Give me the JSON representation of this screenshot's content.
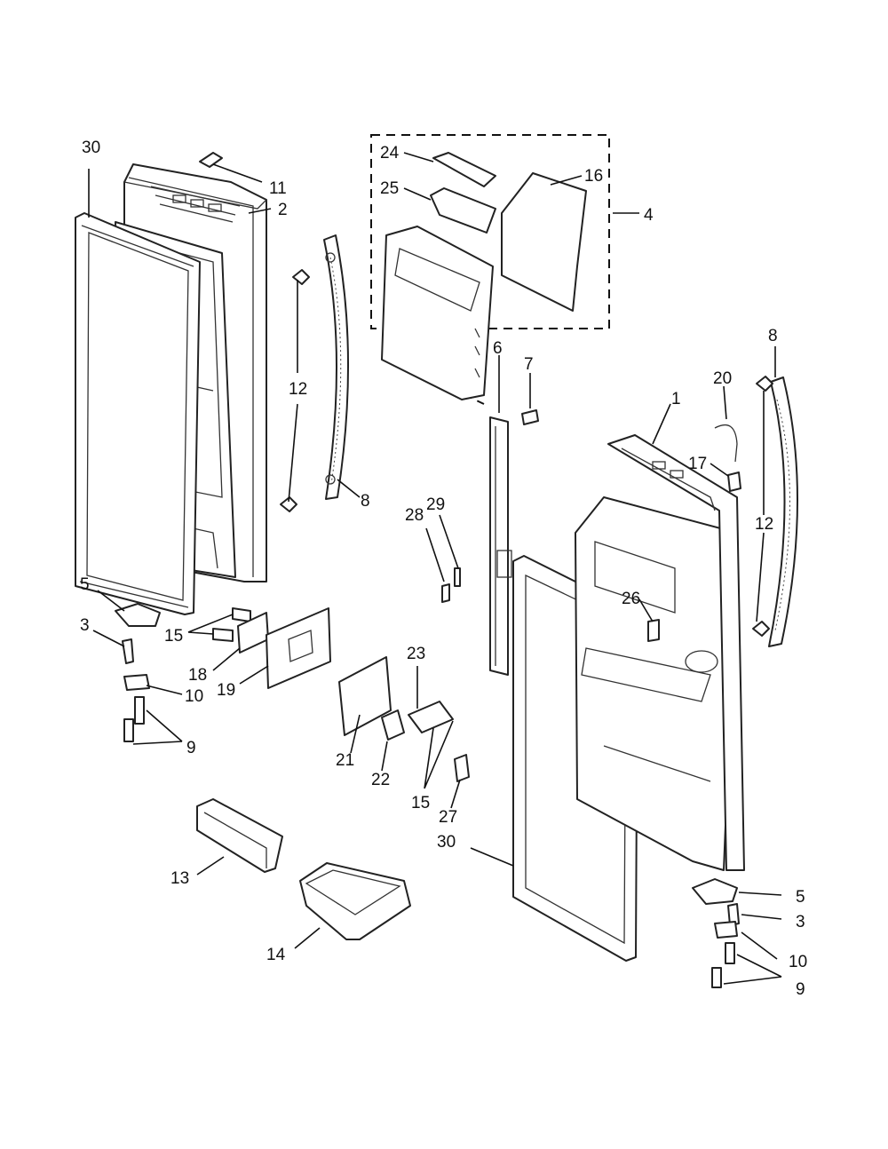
{
  "labels": [
    {
      "id": "lbl-30a",
      "text": "30"
    },
    {
      "id": "lbl-11",
      "text": "11"
    },
    {
      "id": "lbl-2",
      "text": "2"
    },
    {
      "id": "lbl-12a",
      "text": "12"
    },
    {
      "id": "lbl-8a",
      "text": "8"
    },
    {
      "id": "lbl-5a",
      "text": "5"
    },
    {
      "id": "lbl-3a",
      "text": "3"
    },
    {
      "id": "lbl-15a",
      "text": "15"
    },
    {
      "id": "lbl-18",
      "text": "18"
    },
    {
      "id": "lbl-19",
      "text": "19"
    },
    {
      "id": "lbl-10a",
      "text": "10"
    },
    {
      "id": "lbl-9a",
      "text": "9"
    },
    {
      "id": "lbl-13",
      "text": "13"
    },
    {
      "id": "lbl-14",
      "text": "14"
    },
    {
      "id": "lbl-24",
      "text": "24"
    },
    {
      "id": "lbl-16",
      "text": "16"
    },
    {
      "id": "lbl-25",
      "text": "25"
    },
    {
      "id": "lbl-4",
      "text": "4"
    },
    {
      "id": "lbl-6",
      "text": "6"
    },
    {
      "id": "lbl-7",
      "text": "7"
    },
    {
      "id": "lbl-28",
      "text": "28"
    },
    {
      "id": "lbl-29",
      "text": "29"
    },
    {
      "id": "lbl-23",
      "text": "23"
    },
    {
      "id": "lbl-21",
      "text": "21"
    },
    {
      "id": "lbl-22",
      "text": "22"
    },
    {
      "id": "lbl-15b",
      "text": "15"
    },
    {
      "id": "lbl-27",
      "text": "27"
    },
    {
      "id": "lbl-30b",
      "text": "30"
    },
    {
      "id": "lbl-1",
      "text": "1"
    },
    {
      "id": "lbl-20",
      "text": "20"
    },
    {
      "id": "lbl-8b",
      "text": "8"
    },
    {
      "id": "lbl-17",
      "text": "17"
    },
    {
      "id": "lbl-12b",
      "text": "12"
    },
    {
      "id": "lbl-26",
      "text": "26"
    },
    {
      "id": "lbl-5b",
      "text": "5"
    },
    {
      "id": "lbl-3b",
      "text": "3"
    },
    {
      "id": "lbl-10b",
      "text": "10"
    },
    {
      "id": "lbl-9b",
      "text": "9"
    }
  ]
}
